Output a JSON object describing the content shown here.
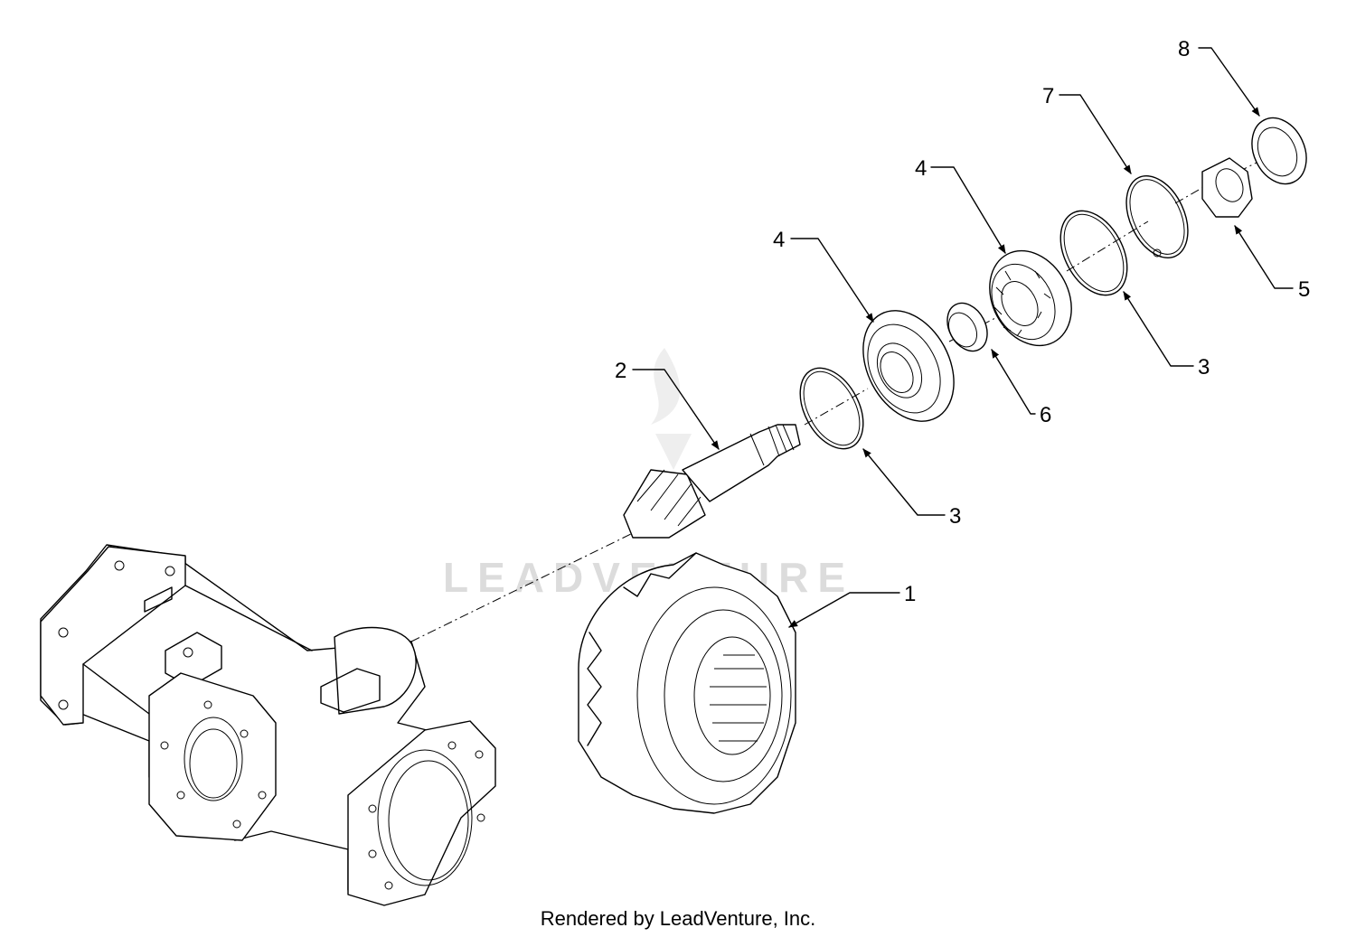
{
  "watermark": "LEADVENTURE",
  "credit": "Rendered by LeadVenture, Inc.",
  "callouts": {
    "c1": "1",
    "c2": "2",
    "c3a": "3",
    "c3b": "3",
    "c4a": "4",
    "c4b": "4",
    "c5": "5",
    "c6": "6",
    "c7": "7",
    "c8": "8"
  }
}
